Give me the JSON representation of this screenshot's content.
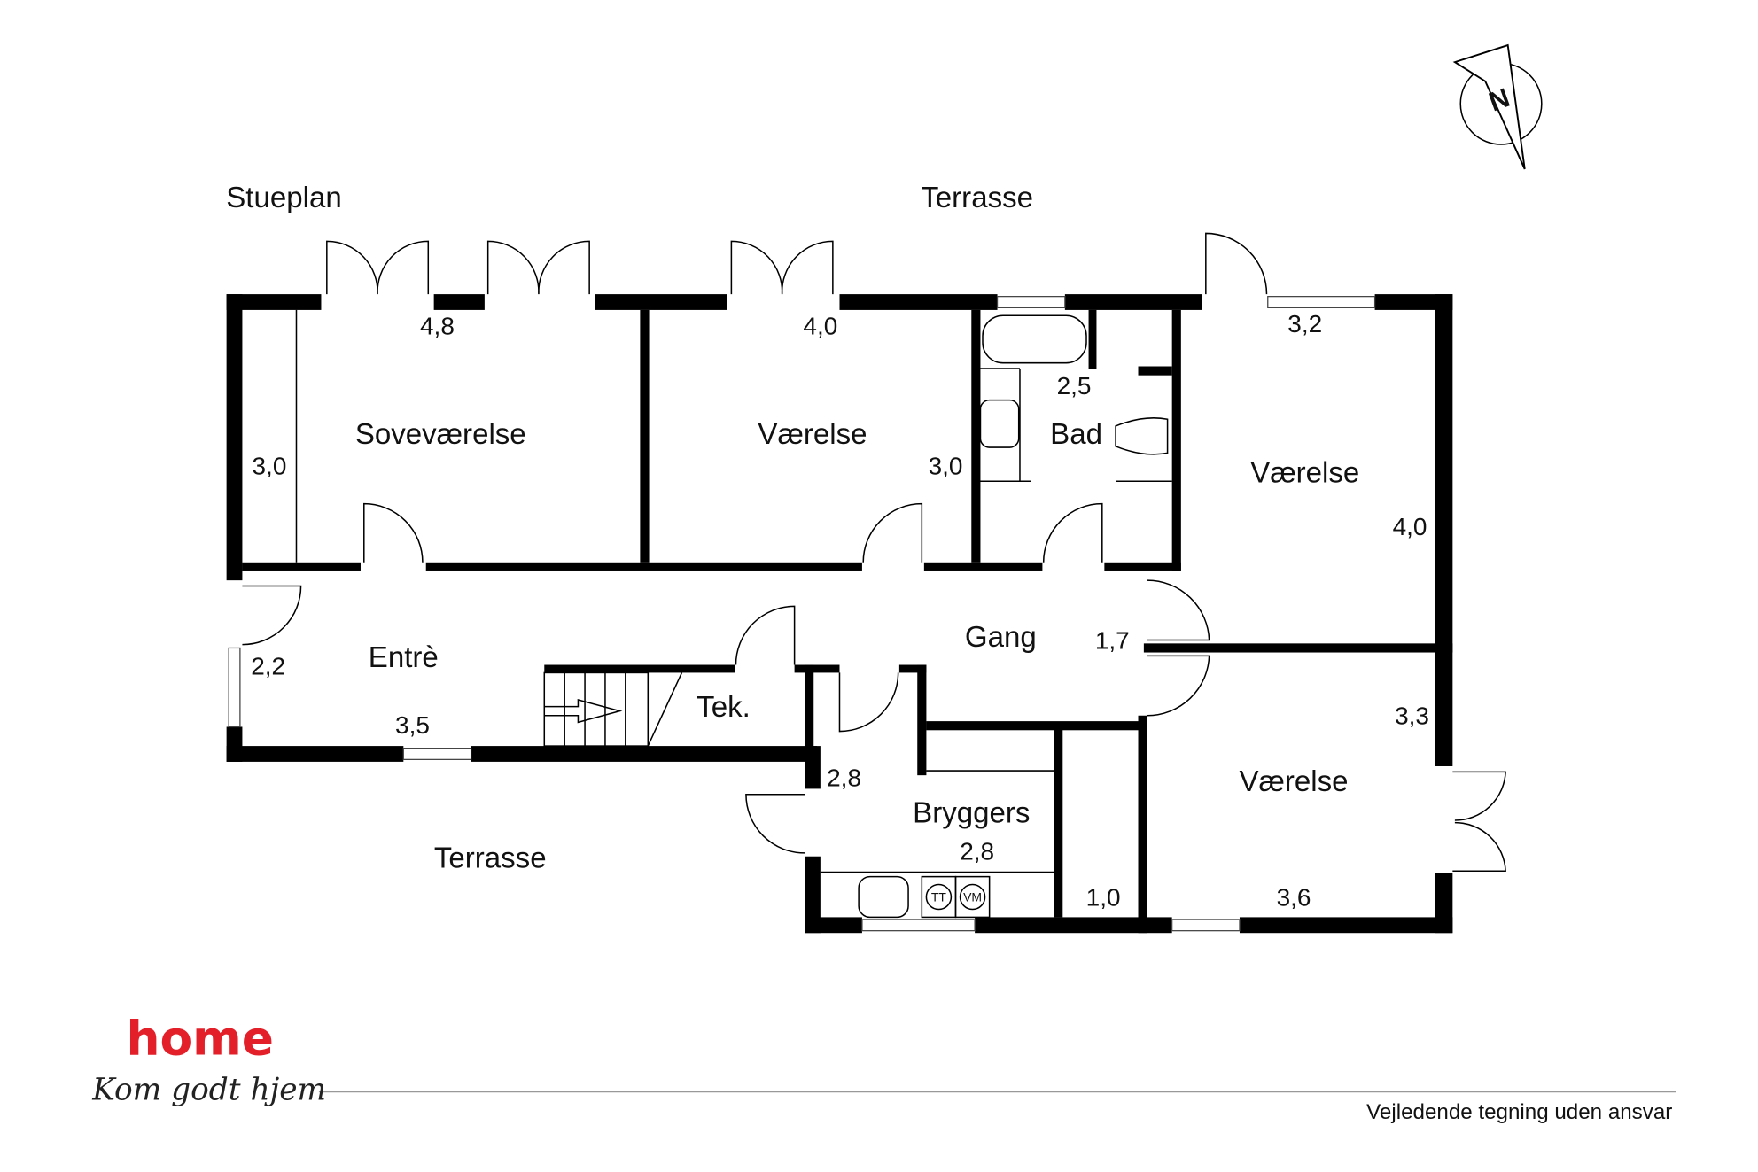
{
  "plan": {
    "floor_label": "Stueplan",
    "terrace_top": "Terrasse",
    "terrace_bottom": "Terrasse",
    "rooms": {
      "sovevaerelse": {
        "name": "Soveværelse",
        "width": "4,8",
        "depth": "3,0"
      },
      "vaerelse1": {
        "name": "Værelse",
        "width": "4,0",
        "depth": "3,0"
      },
      "bad": {
        "name": "Bad",
        "width": "2,5"
      },
      "vaerelse2": {
        "name": "Værelse",
        "width": "3,2",
        "depth": "4,0"
      },
      "entre": {
        "name": "Entrè",
        "width": "3,5",
        "depth": "2,2"
      },
      "gang": {
        "name": "Gang",
        "width": "1,7"
      },
      "tek": {
        "name": "Tek."
      },
      "bryggers": {
        "name": "Bryggers",
        "width": "2,8",
        "depth": "2,8"
      },
      "closet": {
        "width": "1,0"
      },
      "vaerelse3": {
        "name": "Værelse",
        "width": "3,6",
        "depth": "3,3"
      }
    },
    "appliances": {
      "dryer": "TT",
      "washer": "VM"
    },
    "compass": "N"
  },
  "footer": {
    "disclaimer": "Vejledende tegning uden ansvar",
    "logo": "home",
    "slogan": "Kom godt hjem",
    "brand_color": "#e3202a"
  }
}
